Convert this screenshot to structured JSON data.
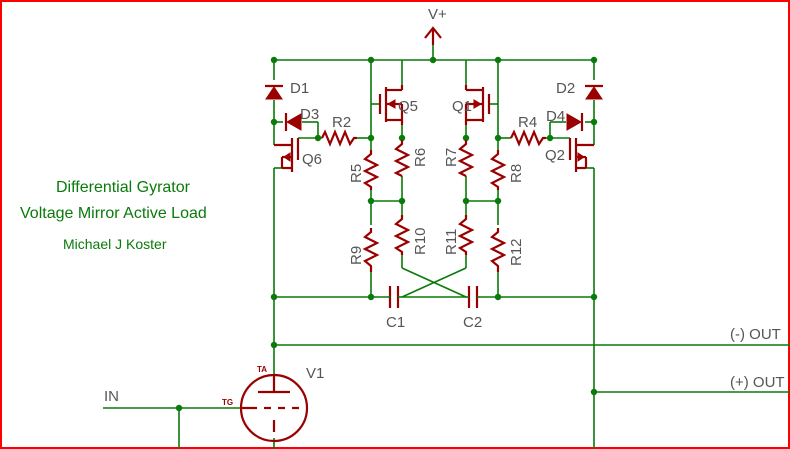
{
  "title": {
    "line1": "Differential Gyrator",
    "line2": "Voltage Mirror Active Load",
    "author": "Michael J Koster"
  },
  "labels": {
    "vplus": "V+",
    "d1": "D1",
    "d2": "D2",
    "d3": "D3",
    "d4": "D4",
    "q1": "Q1",
    "q2": "Q2",
    "q5": "Q5",
    "q6": "Q6",
    "r2": "R2",
    "r4": "R4",
    "r5": "R5",
    "r6": "R6",
    "r7": "R7",
    "r8": "R8",
    "r9": "R9",
    "r10": "R10",
    "r11": "R11",
    "r12": "R12",
    "c1": "C1",
    "c2": "C2",
    "v1": "V1",
    "ta": "TA",
    "tg": "TG",
    "in": "IN",
    "out_neg": "(-) OUT",
    "out_pos": "(+) OUT"
  },
  "colors": {
    "frame": "#ff0000",
    "wire": "#0a7a0a",
    "component": "#9b0000",
    "label": "#555555",
    "title": "#0a7a0a"
  }
}
